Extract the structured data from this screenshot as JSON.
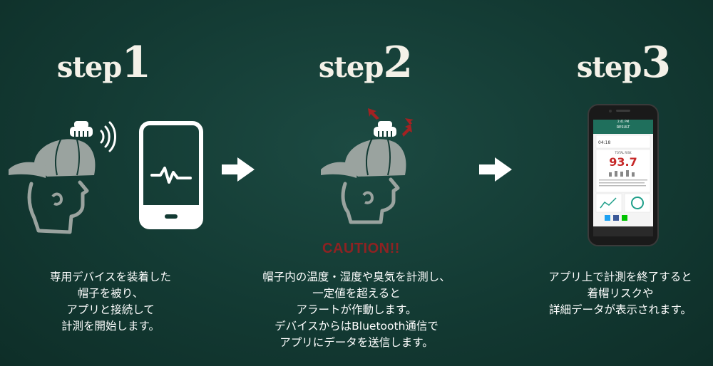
{
  "steps": [
    {
      "word": "step",
      "number": "1",
      "lines": [
        "専用デバイスを装着した",
        "帽子を被り、",
        "アプリと接続して",
        "計測を開始します。"
      ]
    },
    {
      "word": "step",
      "number": "2",
      "caution": "CAUTION!!",
      "lines": [
        "帽子内の温度・湿度や臭気を計測し、",
        "一定値を超えると",
        "アラートが作動します。",
        "デバイスからはBluetooth通信で",
        "アプリにデータを送信します。"
      ]
    },
    {
      "word": "step",
      "number": "3",
      "lines": [
        "アプリ上で計測を終了すると",
        "着帽リスクや",
        "詳細データが表示されます。"
      ]
    }
  ],
  "phone_screen": {
    "status_time": "2:41 PM",
    "header": "RESULT",
    "time_label": "04:18",
    "risk_label": "TOTAL RISK",
    "risk_value": "93.7"
  },
  "colors": {
    "background": "#133a33",
    "caution": "#8e2222",
    "arrow": "#ffffff",
    "icon": "#9aa39f"
  }
}
